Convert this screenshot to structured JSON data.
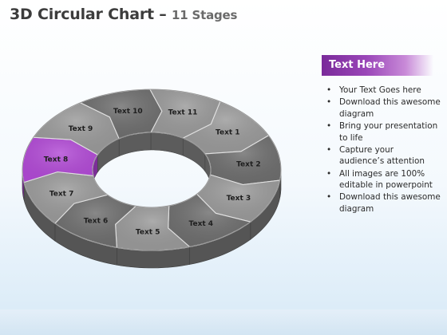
{
  "title": {
    "main": "3D Circular Chart",
    "dash": " – ",
    "sub": "11 Stages"
  },
  "diagram": {
    "stages": [
      {
        "label": "Text 1",
        "highlight": false
      },
      {
        "label": "Text 2",
        "highlight": false
      },
      {
        "label": "Text 3",
        "highlight": false
      },
      {
        "label": "Text 4",
        "highlight": false
      },
      {
        "label": "Text 5",
        "highlight": false
      },
      {
        "label": "Text 6",
        "highlight": false
      },
      {
        "label": "Text 7",
        "highlight": false
      },
      {
        "label": "Text 8",
        "highlight": true
      },
      {
        "label": "Text 9",
        "highlight": false
      },
      {
        "label": "Text 10",
        "highlight": false
      },
      {
        "label": "Text 11",
        "highlight": false
      }
    ],
    "colors": {
      "segment_light": "#9a9a9a",
      "segment_dark": "#6e6e6e",
      "side": "#555555",
      "highlight": "#b24ad6",
      "highlight_side": "#7c2e98"
    }
  },
  "panel": {
    "header": "Text Here",
    "bullets": [
      "Your Text Goes here",
      "Download this awesome diagram",
      "Bring your presentation to life",
      "Capture your audience’s attention",
      "All images are 100% editable in powerpoint",
      "Download this awesome diagram"
    ]
  }
}
